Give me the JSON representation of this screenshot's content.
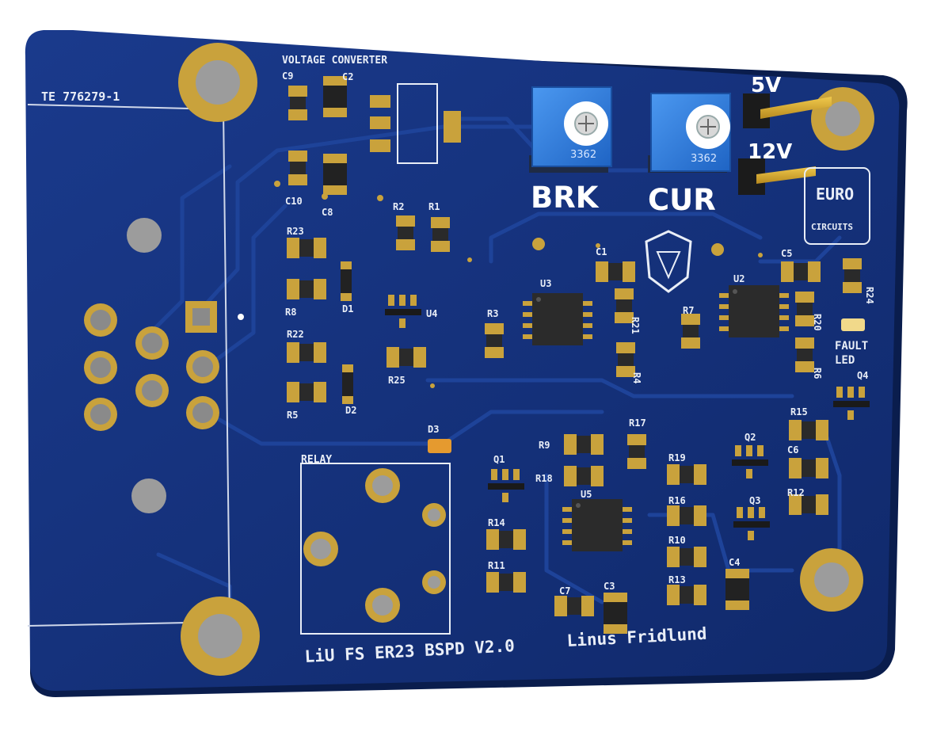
{
  "board": {
    "title_silk": "LiU FS ER23 BSPD V2.0",
    "author_silk": "Linus Fridlund",
    "connector_label": "TE 776279-1",
    "section_voltage": "VOLTAGE CONVERTER",
    "section_relay": "RELAY",
    "pot_brake_label": "BRK",
    "pot_current_label": "CUR",
    "pot_model": "3362",
    "power_5v": "5V",
    "power_12v": "12V",
    "fault_led_label_1": "FAULT",
    "fault_led_label_2": "LED",
    "logo_lines": [
      "EURO",
      "CIRCUITS"
    ]
  },
  "designators": [
    "C9",
    "C2",
    "C10",
    "C8",
    "R2",
    "R1",
    "R23",
    "D1",
    "R8",
    "U4",
    "R22",
    "R25",
    "D2",
    "R5",
    "C1",
    "U3",
    "R3",
    "R21",
    "R4",
    "R7",
    "C5",
    "U2",
    "R20",
    "R6",
    "R24",
    "Q4",
    "D3",
    "Q1",
    "R9",
    "R18",
    "R17",
    "U5",
    "R19",
    "R16",
    "R10",
    "R13",
    "C7",
    "C3",
    "Q2",
    "Q3",
    "C4",
    "R15",
    "C6",
    "R12",
    "R14",
    "R11"
  ],
  "colors": {
    "pcb": "#13307a",
    "pcb_dark": "#0c2257",
    "copper": "#c9a23c",
    "silk": "#e9eef7",
    "pot": "#2f7fe0",
    "ic": "#2b2b2b"
  }
}
